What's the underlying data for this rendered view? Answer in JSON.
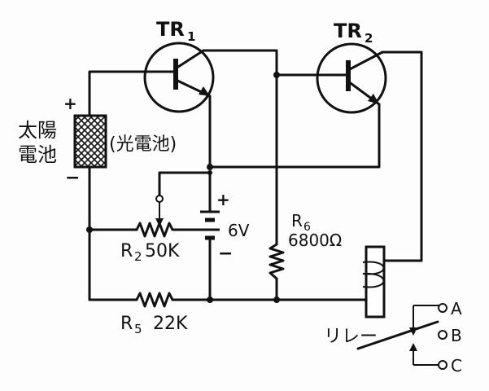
{
  "labels": {
    "tr1": "TR",
    "tr1_sub": "1",
    "tr2": "TR",
    "tr2_sub": "2",
    "plus_solar": "+",
    "minus_solar": "−",
    "solar_line1": "太陽",
    "solar_line2": "電池",
    "solar_paren": "(光電池)",
    "battery_plus": "+",
    "battery_minus": "−",
    "battery_value": "6V",
    "r2_name": "R",
    "r2_sub": "2",
    "r2_value": "50K",
    "r5_name": "R",
    "r5_sub": "5",
    "r5_value": "22K",
    "r6_name": "R",
    "r6_sub": "6",
    "r6_value": "6800Ω",
    "relay": "リレー",
    "terminal_a": "A",
    "terminal_b": "B",
    "terminal_c": "C"
  },
  "colors": {
    "ink": "#111111",
    "paper": "#fdfdfd"
  }
}
